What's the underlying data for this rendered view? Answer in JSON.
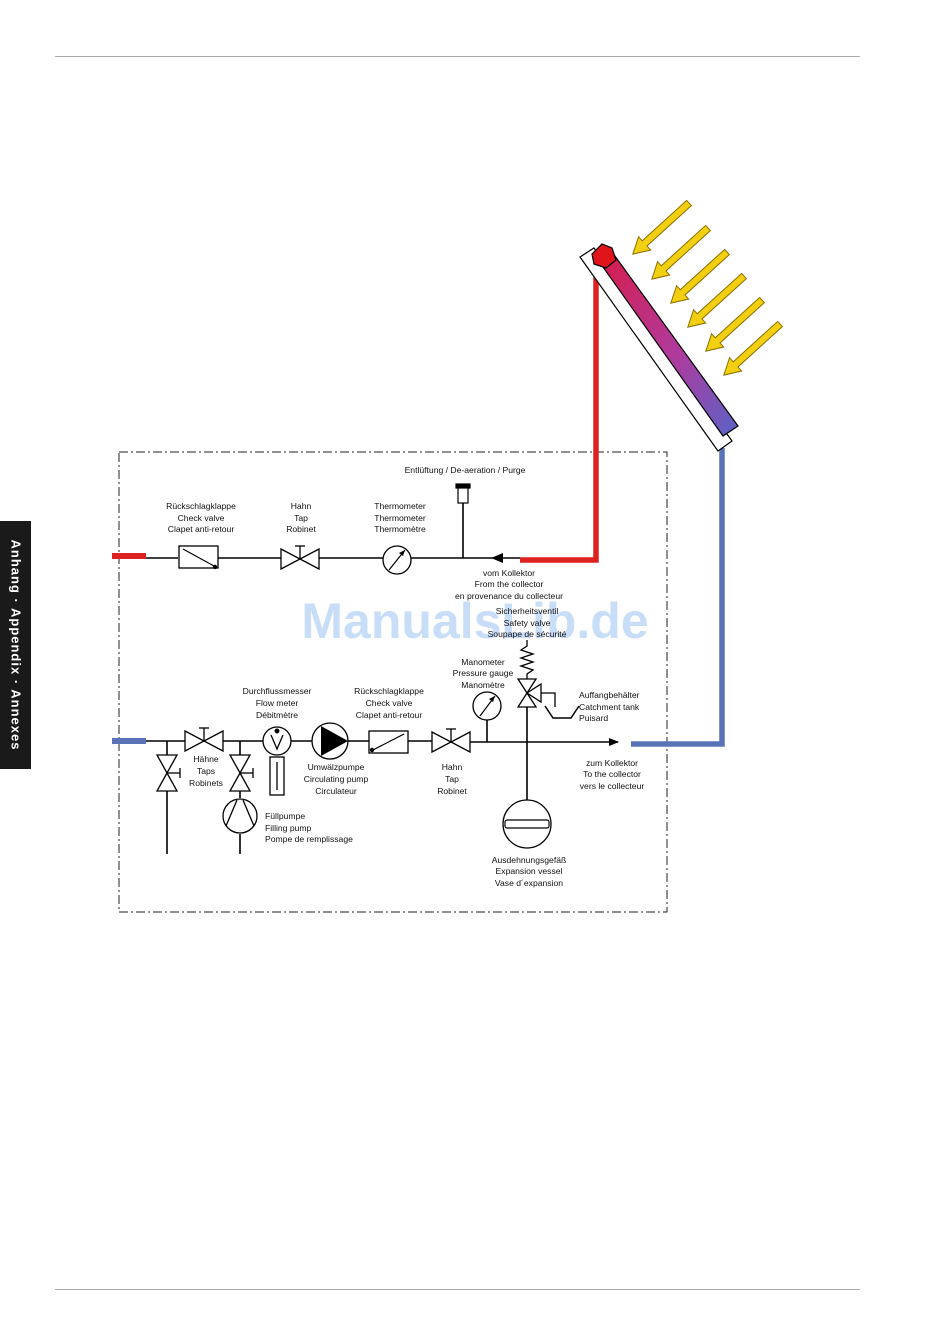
{
  "side_tab": "Anhang · Appendix · Annexes",
  "watermark": "ManualsLib.de",
  "colors": {
    "hot": "#dd2020",
    "cold": "#5a73b8",
    "sun": "#f2cf10",
    "sun_outline": "#8a7000",
    "frame": "#000000"
  },
  "labels": {
    "deaeration": [
      "Entlüftung / De-aeration / Purge"
    ],
    "check_valve_top": [
      "Rückschlagklappe",
      "Check valve",
      "Clapet anti-retour"
    ],
    "tap_top": [
      "Hahn",
      "Tap",
      "Robinet"
    ],
    "thermometer": [
      "Thermometer",
      "Thermometer",
      "Thermomètre"
    ],
    "from_collector": [
      "vom Kollektor",
      "From the collector",
      "en provenance du collecteur"
    ],
    "safety_valve": [
      "Sicherheitsventil",
      "Safety valve",
      "Soupape de sécurité"
    ],
    "pressure_gauge": [
      "Manometer",
      "Pressure gauge",
      "Manomètre"
    ],
    "catchment_tank": [
      "Auffangbehälter",
      "Catchment tank",
      "Puisard"
    ],
    "flow_meter": [
      "Durchflussmesser",
      "Flow meter",
      "Débitmètre"
    ],
    "check_valve_bottom": [
      "Rückschlagklappe",
      "Check valve",
      "Clapet anti-retour"
    ],
    "taps": [
      "Hähne",
      "Taps",
      "Robinets"
    ],
    "circ_pump": [
      "Umwälzpumpe",
      "Circulating pump",
      "Circulateur"
    ],
    "tap_bottom": [
      "Hahn",
      "Tap",
      "Robinet"
    ],
    "to_collector": [
      "zum Kollektor",
      "To the collector",
      "vers le collecteur"
    ],
    "filling_pump": [
      "Füllpumpe",
      "Filling pump",
      "Pompe de remplissage"
    ],
    "expansion_vessel": [
      "Ausdehnungsgefäß",
      "Expansion vessel",
      "Vase d´expansion"
    ]
  }
}
